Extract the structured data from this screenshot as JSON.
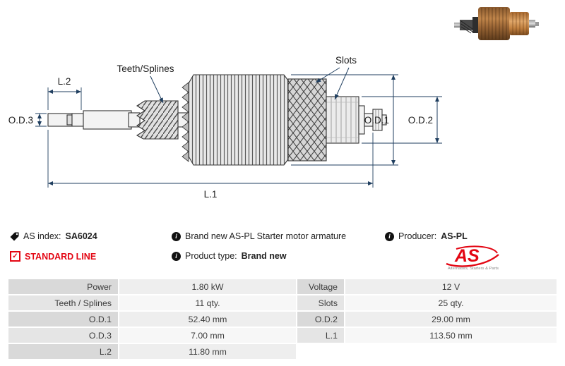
{
  "diagram": {
    "teeth_splines_label": "Teeth/Splines",
    "slots_label": "Slots",
    "dim_l2": "L.2",
    "dim_od3": "O.D.3",
    "dim_od1": "O.D.1",
    "dim_od2": "O.D.2",
    "dim_l1": "L.1"
  },
  "info": {
    "as_index_label": "AS index:",
    "as_index_value": "SA6024",
    "standard_line_label": "STANDARD LINE",
    "description": "Brand new AS-PL Starter motor armature",
    "product_type_label": "Product type:",
    "product_type_value": "Brand new",
    "producer_label": "Producer:",
    "producer_value": "AS-PL"
  },
  "logo": {
    "text": "AS",
    "subtext": "Alternators, Starters & Parts"
  },
  "colors": {
    "accent_red": "#e30613",
    "dimension_line": "#1f3e5f",
    "drawing_line": "#333333"
  },
  "table": {
    "rows": [
      {
        "label1": "Power",
        "value1": "1.80 kW",
        "label2": "Voltage",
        "value2": "12 V"
      },
      {
        "label1": "Teeth / Splines",
        "value1": "11 qty.",
        "label2": "Slots",
        "value2": "25 qty."
      },
      {
        "label1": "O.D.1",
        "value1": "52.40 mm",
        "label2": "O.D.2",
        "value2": "29.00 mm"
      },
      {
        "label1": "O.D.3",
        "value1": "7.00 mm",
        "label2": "L.1",
        "value2": "113.50 mm"
      },
      {
        "label1": "L.2",
        "value1": "11.80 mm",
        "label2": "",
        "value2": ""
      }
    ]
  }
}
